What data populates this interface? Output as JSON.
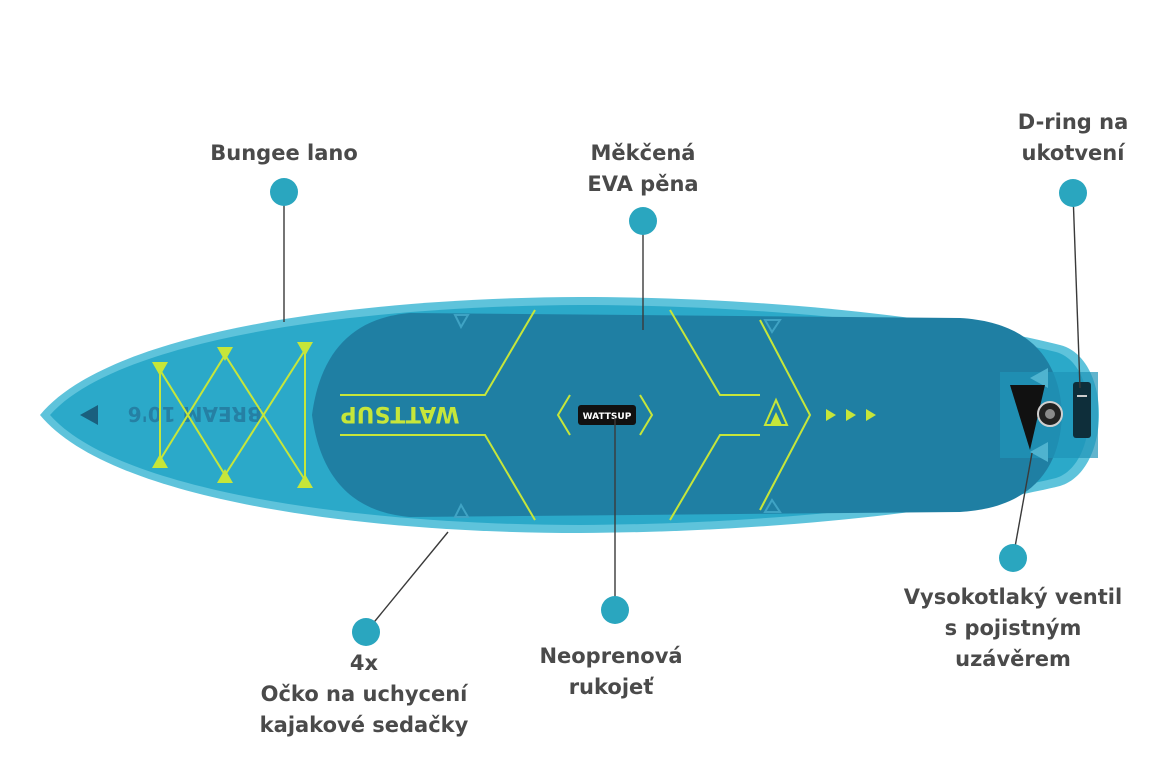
{
  "callouts": {
    "bungee": {
      "lines": [
        "Bungee lano"
      ]
    },
    "eva": {
      "lines": [
        "Měkčená",
        "EVA pěna"
      ]
    },
    "dring": {
      "lines": [
        "D-ring na",
        "ukotvení"
      ]
    },
    "eyelets": {
      "lines": [
        "4x",
        "Očko na uchycení",
        "kajakové sedačky"
      ]
    },
    "handle": {
      "lines": [
        "Neoprenová",
        "rukojeť"
      ]
    },
    "valve": {
      "lines": [
        "Vysokotlaký ventil",
        "s pojistným",
        "uzávěrem"
      ]
    }
  },
  "board": {
    "brand": "WATTSUP",
    "handle_brand": "WATTSUP",
    "nose_text": "BREAM 10'6"
  },
  "colors": {
    "board_outer": "#2ba9c9",
    "board_rim": "#5ec3db",
    "deck_pad": "#1f7fa3",
    "accent": "#c6e63a",
    "callout_dot": "#2aa6bf",
    "text": "#4a4a4a",
    "leader": "#3a3a3a"
  }
}
